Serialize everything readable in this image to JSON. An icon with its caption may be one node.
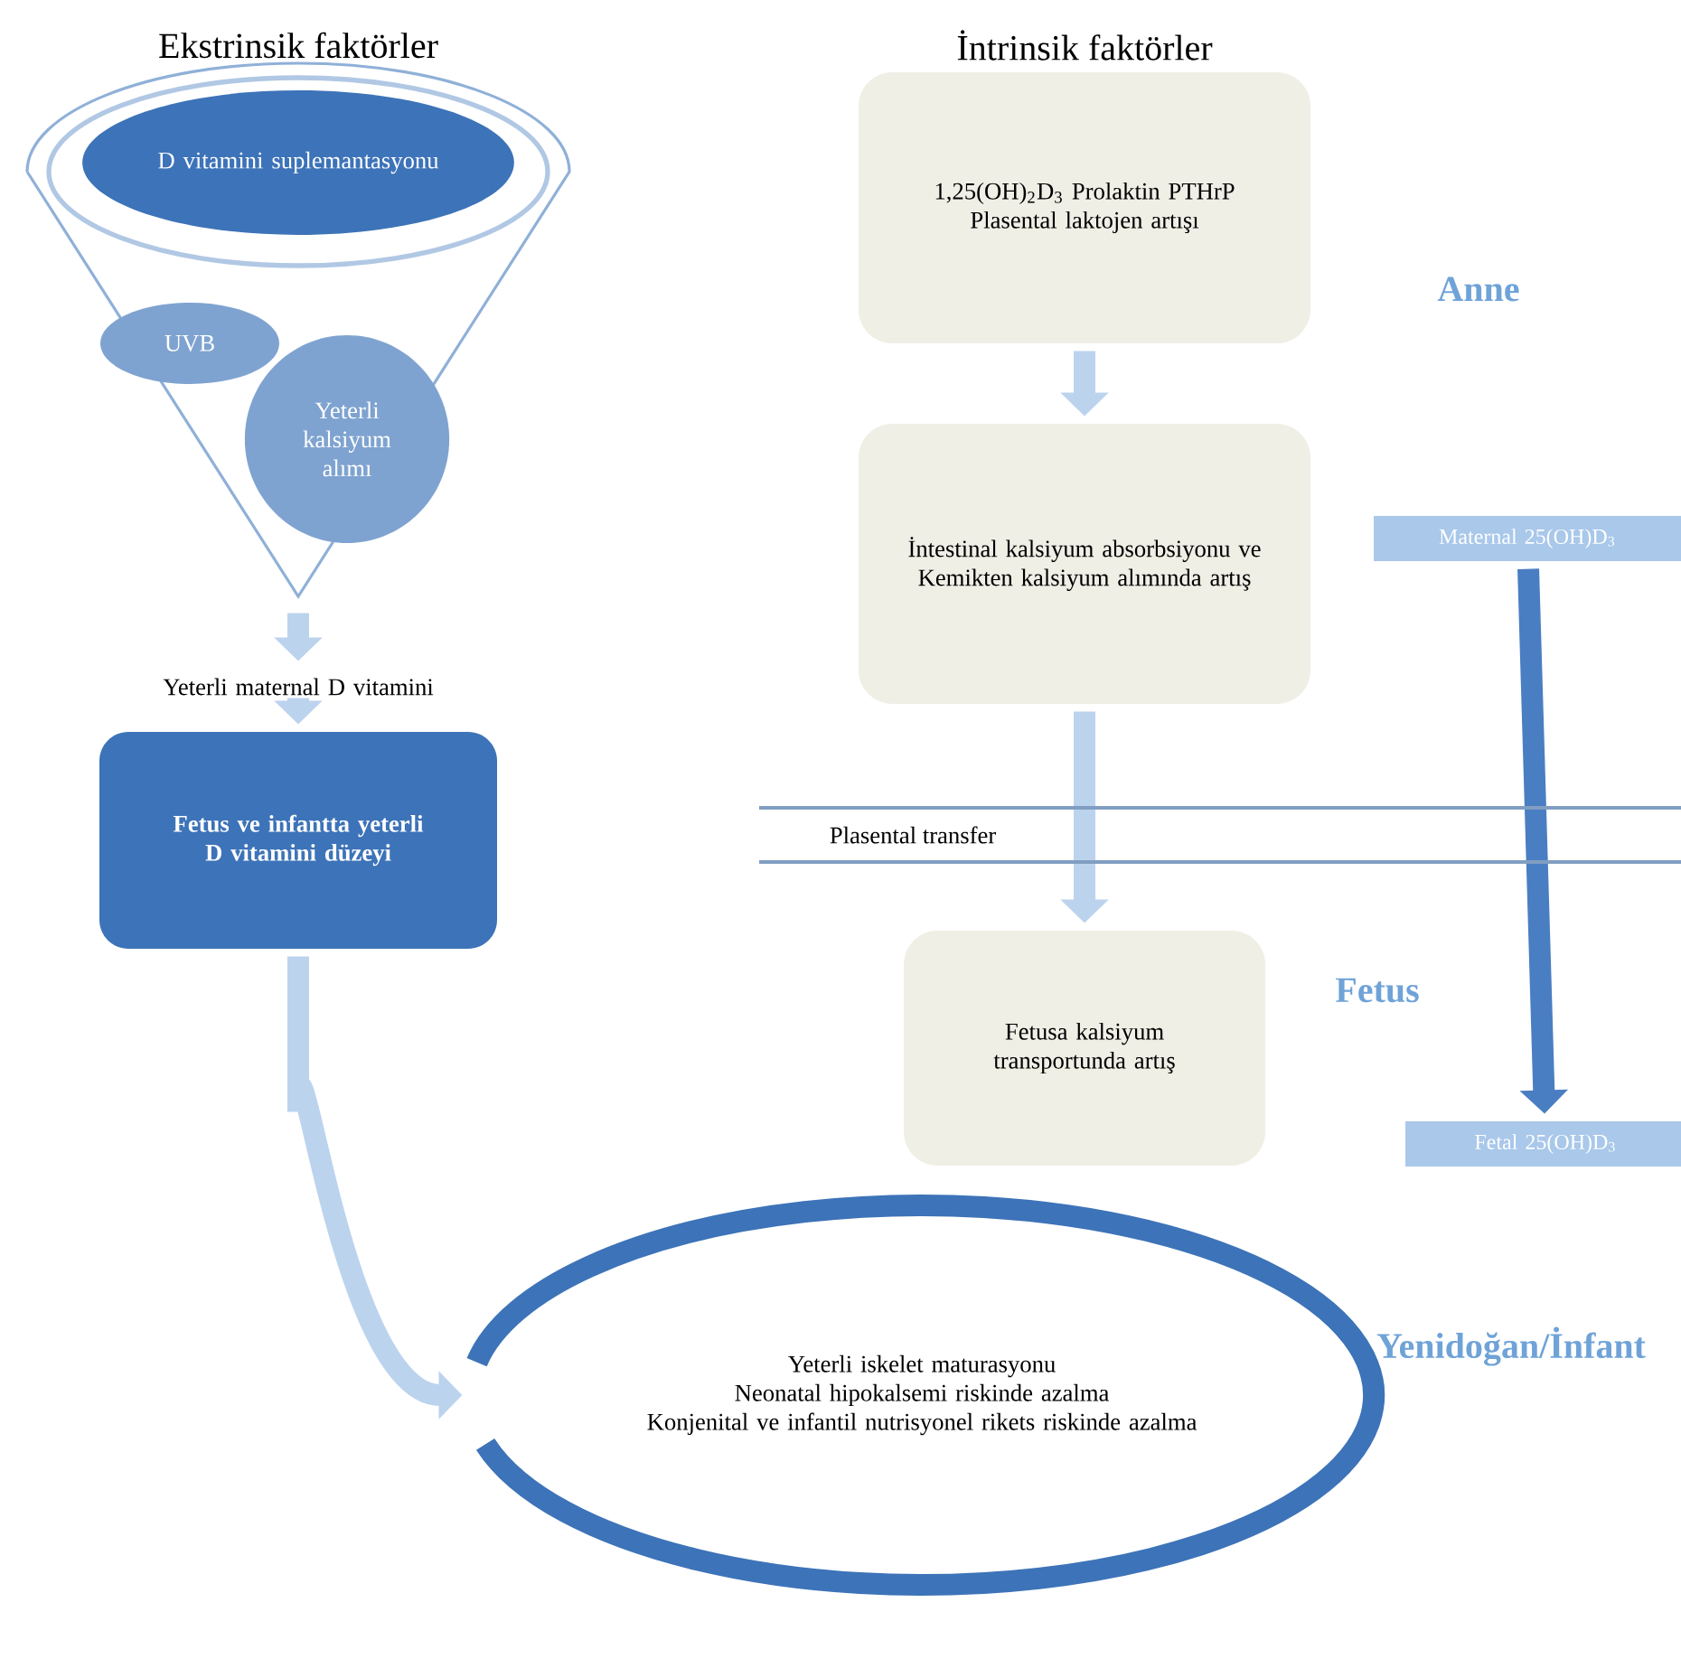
{
  "diagram": {
    "nodes": [
      {
        "text": [],
        "shape": "funnel"
      },
      {
        "text": [
          "D vitamini suplemantasyonu"
        ],
        "in": 0
      },
      {
        "text": [
          "UVB"
        ],
        "in": 0
      },
      {
        "text": [
          "Yeterli kalsiyum alımı"
        ],
        "in": 0
      },
      {
        "text": [
          "Yeterli maternal D vitamini"
        ]
      },
      {
        "text": [
          "Fetus ve infantta yeterli D vitamini düzeyi"
        ]
      },
      {
        "text": [
          "1,25(OH)$_{2}$D$_{3}$ Prolaktin PTHrP Plasental laktojen artışı"
        ]
      },
      {
        "text": [
          "İntestinal kalsiyum absorbsiyonu ve Kemikten kalsiyum alımında artış"
        ]
      },
      {
        "text": [
          "Fetusa kalsiyum transportunda artış"
        ]
      },
      {
        "text": [
          "Maternal 25(OH)D$_{3}$"
        ]
      },
      {
        "text": [
          "Fetal 25(OH)D$_{3}$"
        ]
      },
      {
        "text": [
          "Yeterli iskelet maturasyonu",
          "Neonatal hipokalsemi riskinde azalma",
          "Konjenital ve infantil nutrisyonel rikets riskinde azalma"
        ]
      }
    ],
    "edges": [
      {
        "from": 0,
        "to": 4,
        "arrow": "to"
      },
      {
        "from": 4,
        "to": 5,
        "arrow": "to"
      },
      {
        "from": 5,
        "to": 11,
        "arrow": "to"
      },
      {
        "from": 6,
        "to": 7,
        "arrow": "to"
      },
      {
        "from": 7,
        "to": 8,
        "arrow": "to"
      },
      {
        "from": 9,
        "to": 10,
        "arrow": "to",
        "color": "#4a7ec2"
      }
    ],
    "labels": [
      "Ekstrinsik faktörler",
      "İntrinsik faktörler",
      "Anne",
      "Plasental transfer",
      "Fetus",
      "Yenidoğan/İnfant"
    ]
  }
}
